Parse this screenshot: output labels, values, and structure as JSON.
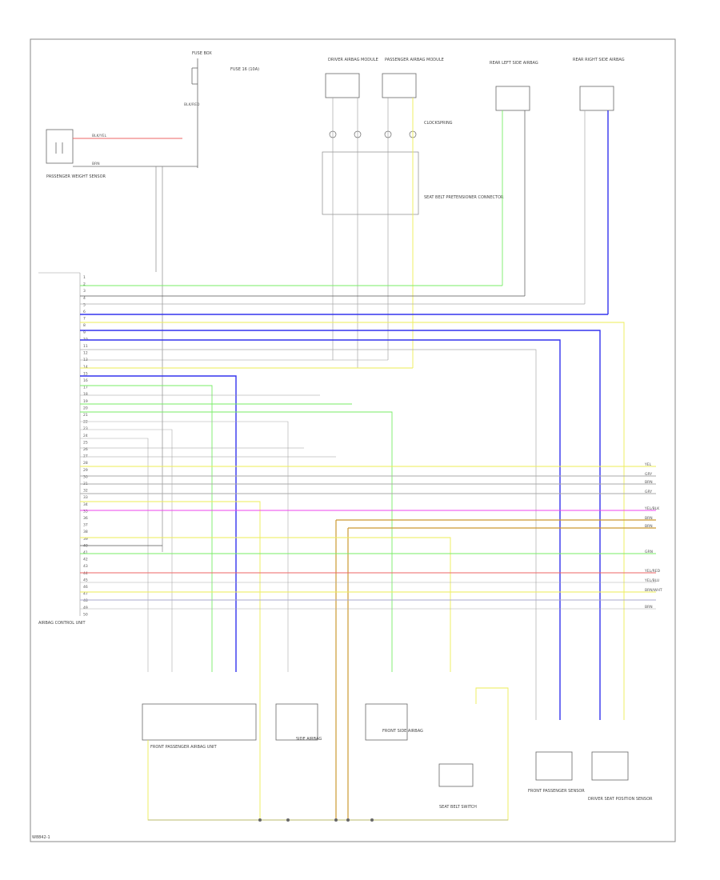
{
  "figure": {
    "labels": {
      "fuse_box": "FUSE BOX",
      "fuse_detail": "FUSE 16 (10A)",
      "fuse_wire": "BLK/RED",
      "passenger_sensor": "PASSENGER WEIGHT SENSOR",
      "sensor_wire1": "BLK/YEL",
      "sensor_wire2": "BRN",
      "driver_module_label": "DRIVER AIRBAG MODULE",
      "passenger_module_label": "PASSENGER AIRBAG MODULE",
      "spiral_cable": "CLOCKSPRING",
      "connector_block": "SEAT BELT PRETENSIONER CONNECTOR",
      "rear_left": "REAR LEFT SIDE AIRBAG",
      "rear_right": "REAR RIGHT SIDE AIRBAG",
      "control_unit": "AIRBAG CONTROL UNIT",
      "bottom_left_module": "FRONT PASSENGER AIRBAG UNIT",
      "bottom_module2": "SIDE AIRBAG",
      "bottom_module3": "FRONT SIDE AIRBAG",
      "bottom_module4": "SEAT BELT SWITCH",
      "bottom_module5": "FRONT PASSENGER SENSOR",
      "bottom_module6": "DRIVER SEAT POSITION SENSOR",
      "footer": "W8842-1"
    },
    "pins": [
      "1",
      "2",
      "3",
      "4",
      "5",
      "6",
      "7",
      "8",
      "9",
      "10",
      "11",
      "12",
      "13",
      "14",
      "15",
      "16",
      "17",
      "18",
      "19",
      "20",
      "21",
      "22",
      "23",
      "24",
      "25",
      "26",
      "27",
      "28",
      "29",
      "30",
      "31",
      "32",
      "33",
      "34",
      "35",
      "36",
      "37",
      "38",
      "39",
      "40",
      "41",
      "42",
      "43",
      "44",
      "45",
      "46",
      "47",
      "48",
      "49",
      "50"
    ],
    "right_wires": [
      "YEL",
      "GRY",
      "BRN",
      "GRY",
      "YEL/BLK",
      "BRN",
      "BRN",
      "GRN",
      "YEL/RED",
      "YEL/BLU",
      "BRN/WHT",
      "BRN"
    ],
    "colors": {
      "green": "#77ee66",
      "blue": "#3333ee",
      "yellow": "#eeee55",
      "gray": "#aaaaaa",
      "red": "#ee6666",
      "magenta": "#ee44ee",
      "brown": "#cc9933",
      "black": "#555555"
    }
  }
}
